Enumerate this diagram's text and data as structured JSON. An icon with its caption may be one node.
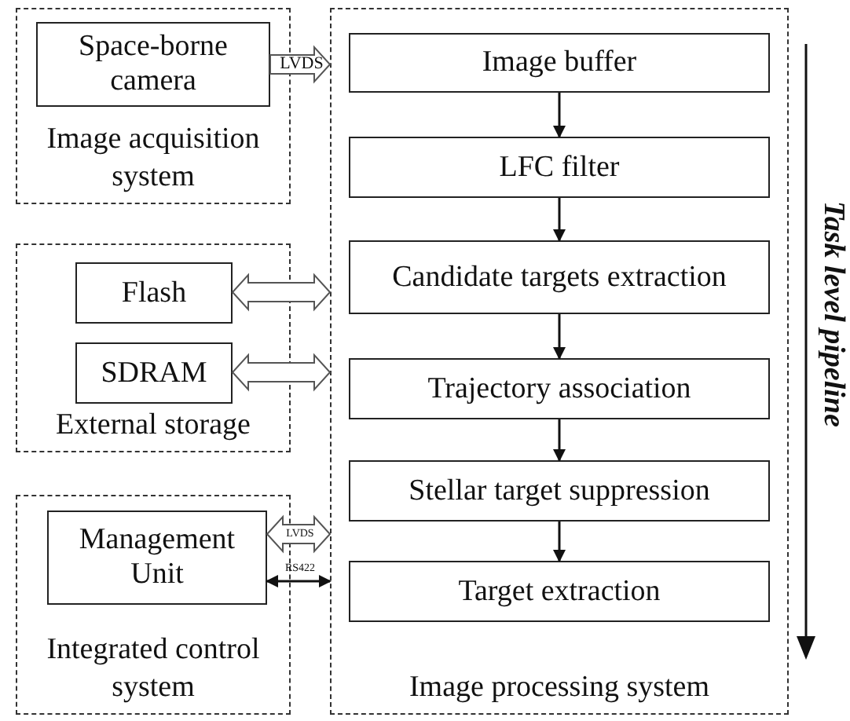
{
  "diagram": {
    "nodes": [
      {
        "text": [
          "Image acquisition system"
        ]
      },
      {
        "text": [
          "Space-borne camera"
        ],
        "in": 0
      },
      {
        "text": [
          "External storage"
        ]
      },
      {
        "text": [
          "Flash"
        ],
        "in": 2
      },
      {
        "text": [
          "SDRAM"
        ],
        "in": 2
      },
      {
        "text": [
          "Integrated control system"
        ]
      },
      {
        "text": [
          "Management Unit"
        ],
        "in": 5
      },
      {
        "text": [
          "Image processing system"
        ]
      },
      {
        "text": [
          "Image buffer"
        ],
        "in": 7
      },
      {
        "text": [
          "LFC filter"
        ],
        "in": 7
      },
      {
        "text": [
          "Candidate targets extraction"
        ],
        "in": 7
      },
      {
        "text": [
          "Trajectory association"
        ],
        "in": 7
      },
      {
        "text": [
          "Stellar target suppression"
        ],
        "in": 7
      },
      {
        "text": [
          "Target extraction"
        ],
        "in": 7
      }
    ],
    "edges": [
      {
        "from": 1,
        "to": 7,
        "arrow": "to",
        "label": "LVDS",
        "style": "thick"
      },
      {
        "from": 3,
        "to": 7,
        "arrow": "both",
        "style": "thick"
      },
      {
        "from": 4,
        "to": 7,
        "arrow": "both",
        "style": "thick"
      },
      {
        "from": 6,
        "to": 7,
        "arrow": "both",
        "label": "LVDS",
        "style": "thick"
      },
      {
        "from": 6,
        "to": 7,
        "arrow": "both",
        "label": "RS422"
      },
      {
        "from": 8,
        "to": 9,
        "arrow": "to"
      },
      {
        "from": 9,
        "to": 10,
        "arrow": "to"
      },
      {
        "from": 10,
        "to": 11,
        "arrow": "to"
      },
      {
        "from": 11,
        "to": 12,
        "arrow": "to"
      },
      {
        "from": 12,
        "to": 13,
        "arrow": "to"
      }
    ],
    "labels": [
      "Task level pipeline"
    ]
  }
}
